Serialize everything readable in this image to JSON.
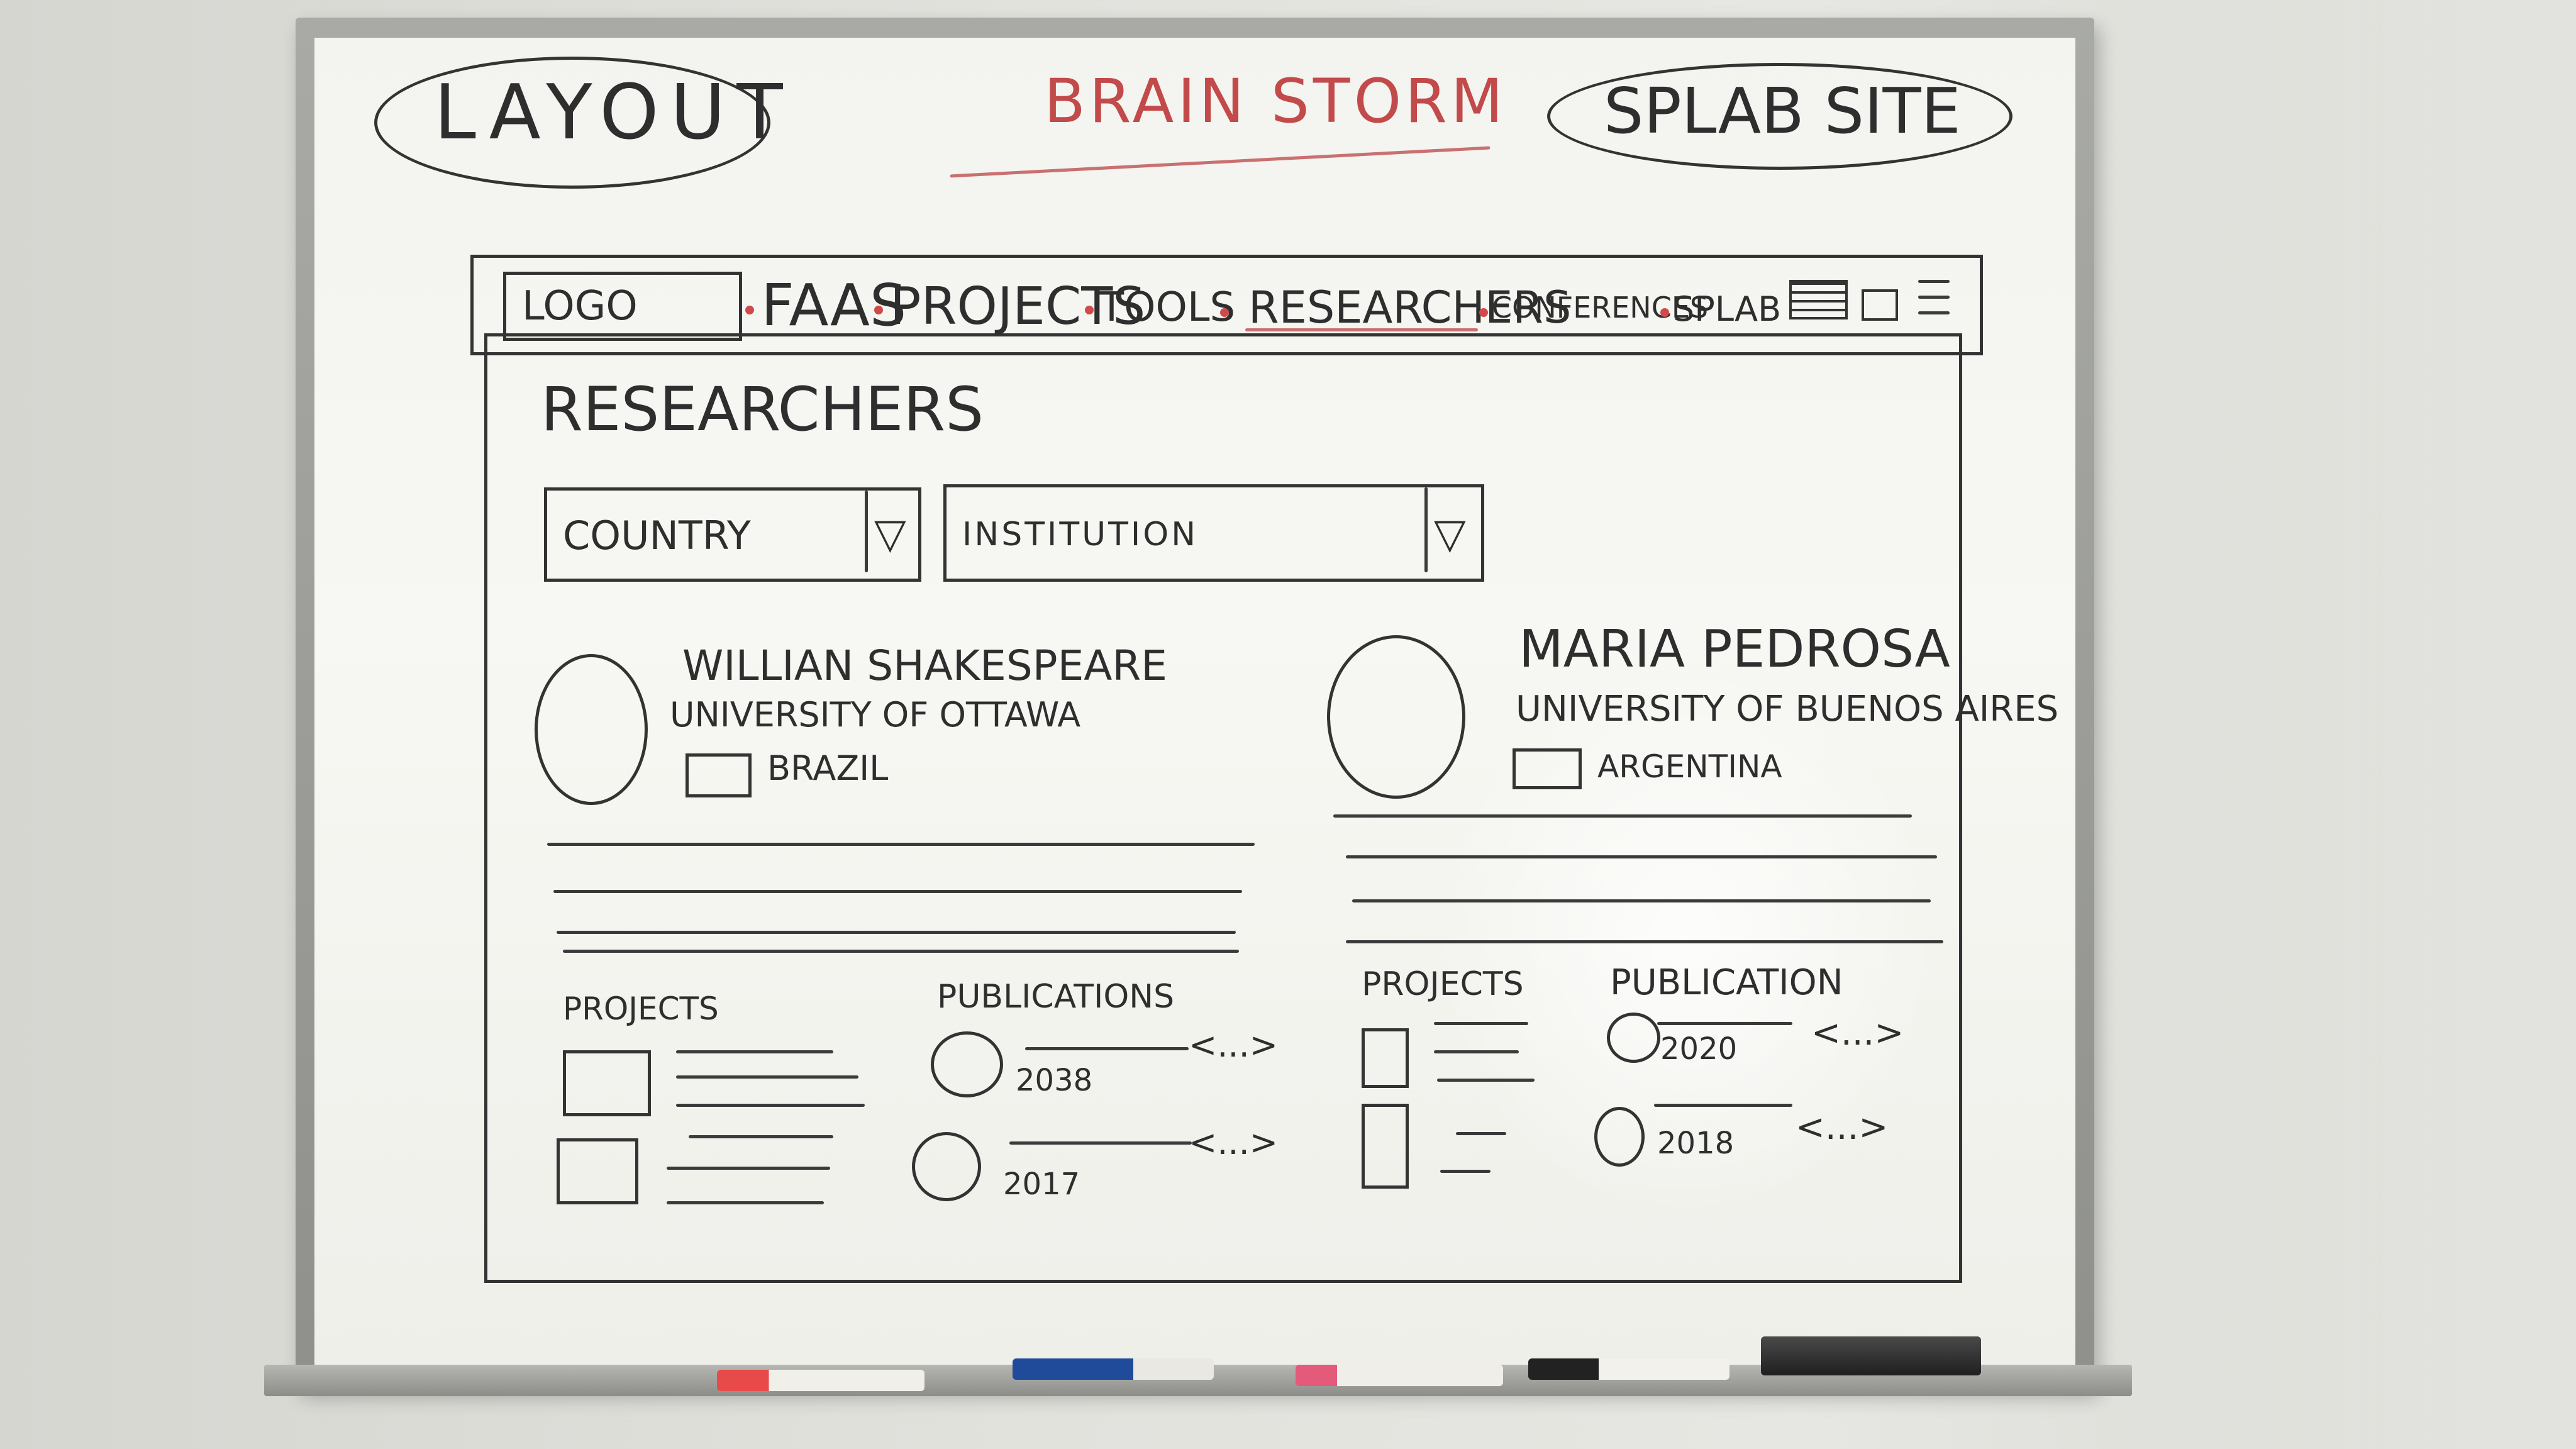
{
  "board_title_left": "LAYOUT",
  "board_title_center": "BRAIN STORM",
  "board_title_right": "SPLAB SITE",
  "nav": {
    "logo": "LOGO",
    "items": [
      "FAAS",
      "PROJECTS",
      "TOOLS",
      "RESEARCHERS",
      "CONFERENCES",
      "SPLAB"
    ],
    "dot_color": "#d14a4a"
  },
  "page_title": "RESEARCHERS",
  "filters": {
    "country": "COUNTRY",
    "institution": "INSTITUTION",
    "dropdown_glyph": "▽"
  },
  "researchers": [
    {
      "name": "WILLIAN SHAKESPEARE",
      "university": "UNIVERSITY OF OTTAWA",
      "country": "BRAZIL",
      "projects_label": "PROJECTS",
      "publications_label": "PUBLICATIONS",
      "publications": [
        {
          "year": "2038",
          "more": "<...>"
        },
        {
          "year": "2017",
          "more": "<...>"
        }
      ]
    },
    {
      "name": "MARIA PEDROSA",
      "university": "UNIVERSITY OF BUENOS AIRES",
      "country": "ARGENTINA",
      "projects_label": "PROJECTS",
      "publications_label": "PUBLICATION",
      "publications": [
        {
          "year": "2020",
          "more": "<...>"
        },
        {
          "year": "2018",
          "more": "<...>"
        }
      ]
    }
  ],
  "colors": {
    "ink": "#2e2e2e",
    "red_ink": "#c24a4a",
    "board": "#f5f5f1"
  }
}
